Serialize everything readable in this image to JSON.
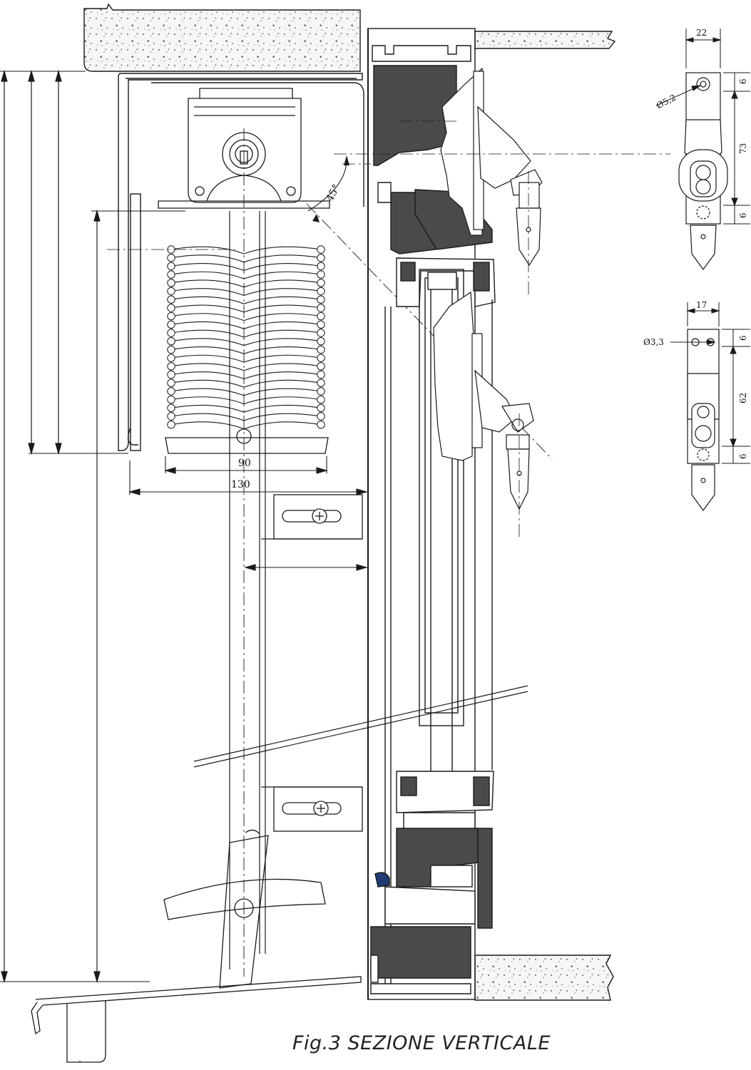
{
  "figure": {
    "caption": "Fig.3 SEZIONE VERTICALE"
  },
  "dimensions": {
    "blind_pack_width": "90",
    "box_width": "130",
    "tilt_angle": "45°",
    "hinge_a_width": "22",
    "hinge_a_hole": "Ø5,2",
    "hinge_a_top": "6",
    "hinge_a_height": "73",
    "hinge_a_bottom": "6",
    "hinge_b_width": "17",
    "hinge_b_hole": "Ø3,3",
    "hinge_b_top": "6",
    "hinge_b_height": "62",
    "hinge_b_bottom": "6"
  },
  "colors": {
    "line": "#1a1a1a",
    "profile_fill": "#4a4a4a",
    "concrete": "#f4f4f4",
    "gasket": "#1f3b73"
  }
}
